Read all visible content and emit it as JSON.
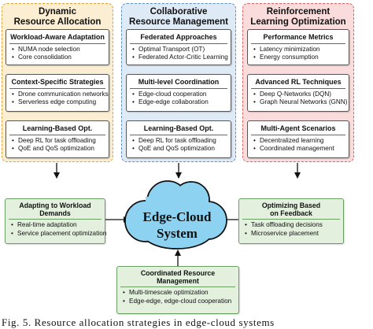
{
  "columns": [
    {
      "title": [
        "Dynamic",
        "Resource Allocation"
      ],
      "cards": [
        {
          "title": "Workload-Aware Adaptation",
          "items": [
            "NUMA node selection",
            "Core consolidation"
          ]
        },
        {
          "title": "Context-Specific Strategies",
          "items": [
            "Drone communication networks",
            "Serverless edge computing"
          ]
        },
        {
          "title": "Learning-Based Opt.",
          "items": [
            "Deep RL for task offloading",
            "QoE and QoS optimization"
          ]
        }
      ]
    },
    {
      "title": [
        "Collaborative",
        "Resource Management"
      ],
      "cards": [
        {
          "title": "Federated Approaches",
          "items": [
            "Optimal Transport (OT)",
            "Federated Actor-Critic Learning"
          ]
        },
        {
          "title": "Multi-level Coordination",
          "items": [
            "Edge-cloud cooperation",
            "Edge-edge collaboration"
          ]
        },
        {
          "title": "Learning-Based Opt.",
          "items": [
            "Deep RL for task offloading",
            "QoE and QoS optimization"
          ]
        }
      ]
    },
    {
      "title": [
        "Reinforcement",
        "Learning Optimization"
      ],
      "cards": [
        {
          "title": "Performance Metrics",
          "items": [
            "Latency minimization",
            "Energy consumption"
          ]
        },
        {
          "title": "Advanced RL Techniques",
          "items": [
            "Deep Q-Networks (DQN)",
            "Graph Neural Networks (GNN)"
          ]
        },
        {
          "title": "Multi-Agent Scenarios",
          "items": [
            "Decentralized learning",
            "Coordinated management"
          ]
        }
      ]
    }
  ],
  "center": {
    "line1": "Edge-Cloud",
    "line2": "System"
  },
  "left_box": {
    "title": [
      "Adapting to Workload",
      "Demands"
    ],
    "items": [
      "Real-time adaptation",
      "Service placement optimization"
    ]
  },
  "right_box": {
    "title": [
      "Optimizing Based",
      "on Feedback"
    ],
    "items": [
      "Task offloading decisions",
      "Microservice placement"
    ]
  },
  "bottom_box": {
    "title": [
      "Coordinated Resource",
      "Management"
    ],
    "items": [
      "Multi-timescale optimization",
      "Edge-edge, edge-cloud cooperation"
    ]
  },
  "caption": "Fig. 5. Resource allocation strategies in edge-cloud systems",
  "colors": {
    "col1_fill": "#fbeed2",
    "col1_border": "#e0a43a",
    "col2_fill": "#dfeaf7",
    "col2_border": "#5d8fc9",
    "col3_fill": "#fbdcdc",
    "col3_border": "#d96464",
    "green_fill": "#e4f0de",
    "green_border": "#6a9e63",
    "cloud_fill": "#8dd3f1",
    "cloud_border": "#111111"
  }
}
